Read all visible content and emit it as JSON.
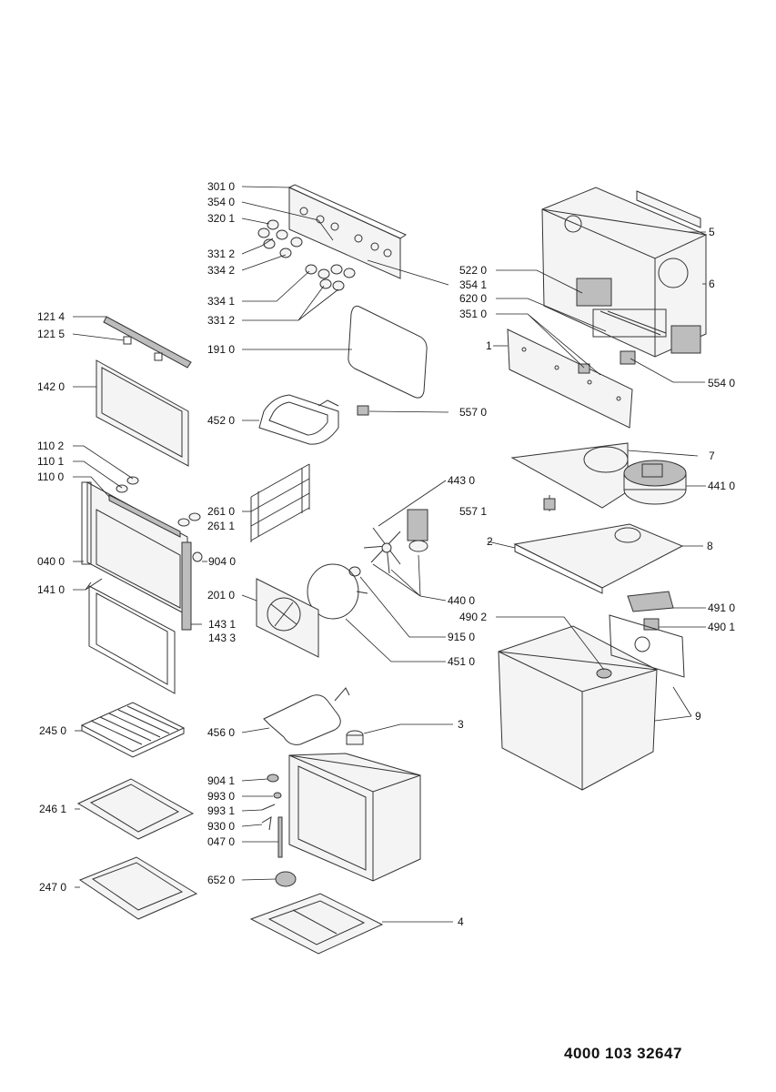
{
  "labels": {
    "p3010": "301 0",
    "p3540": "354 0",
    "p3201": "320 1",
    "p3312a": "331 2",
    "p3342": "334 2",
    "p3341": "334 1",
    "p3312b": "331 2",
    "p1910": "191 0",
    "p4520": "452 0",
    "p5570": "557 0",
    "p3541": "354 1",
    "p5220": "522 0",
    "p6200": "620 0",
    "p3510": "351 0",
    "p5540": "554 0",
    "p5": "5",
    "p6": "6",
    "p1": "1",
    "p7": "7",
    "p4410": "441 0",
    "p5571": "557 1",
    "p2": "2",
    "p8": "8",
    "p4430": "443 0",
    "p4400": "440 0",
    "p4910": "491 0",
    "p4902": "490 2",
    "p4901": "490 1",
    "p9150": "915 0",
    "p4510": "451 0",
    "p9": "9",
    "p1214": "121 4",
    "p1215": "121 5",
    "p1420": "142 0",
    "p1102": "110 2",
    "p1101": "110 1",
    "p1100": "110 0",
    "p0400": "040 0",
    "p1410": "141 0",
    "p2610": "261 0",
    "p2611": "261 1",
    "p9040": "904 0",
    "p2010": "201 0",
    "p1431": "143 1",
    "p1433": "143 3",
    "p2450": "245 0",
    "p4560": "456 0",
    "p3": "3",
    "p2461": "246 1",
    "p9041": "904 1",
    "p9930": "993 0",
    "p9931": "993 1",
    "p9300": "930 0",
    "p0470": "047 0",
    "p2470": "247 0",
    "p6520": "652 0",
    "p4": "4"
  },
  "doc_number": "4000 103 32647"
}
